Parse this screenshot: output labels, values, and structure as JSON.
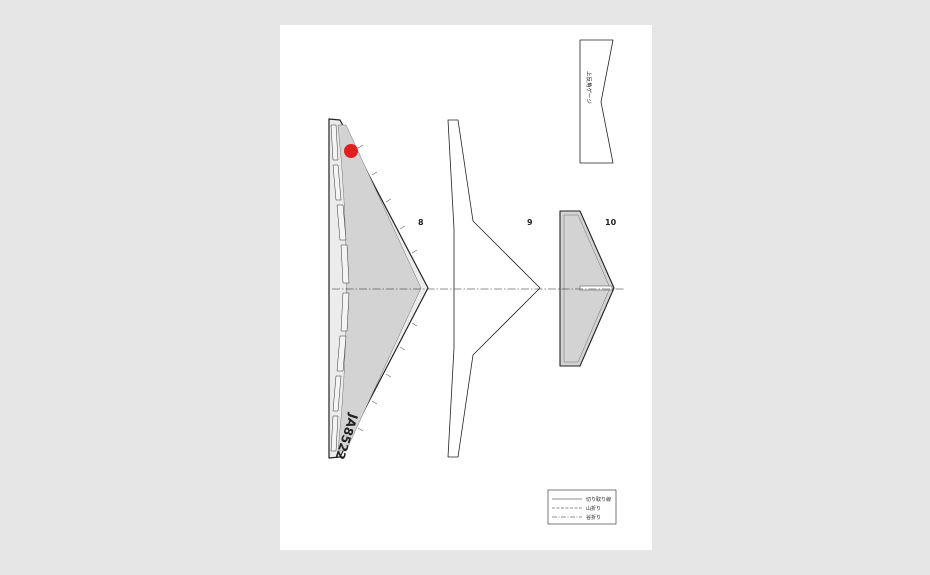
{
  "parts": {
    "part_8": "8",
    "part_9": "9",
    "part_10": "10"
  },
  "wing_registration": "JA8522",
  "gauge": {
    "label": "上反角ゲージ"
  },
  "legend": {
    "cut_line": "切り取り線",
    "mountain_fold": "山折り",
    "valley_fold": "谷折り"
  },
  "colors": {
    "background": "#e6e6e6",
    "sheet": "#ffffff",
    "wing_fill": "#d3d3d3",
    "wing_light": "#ececec",
    "hinomaru": "#e02020",
    "stroke": "#222222"
  }
}
